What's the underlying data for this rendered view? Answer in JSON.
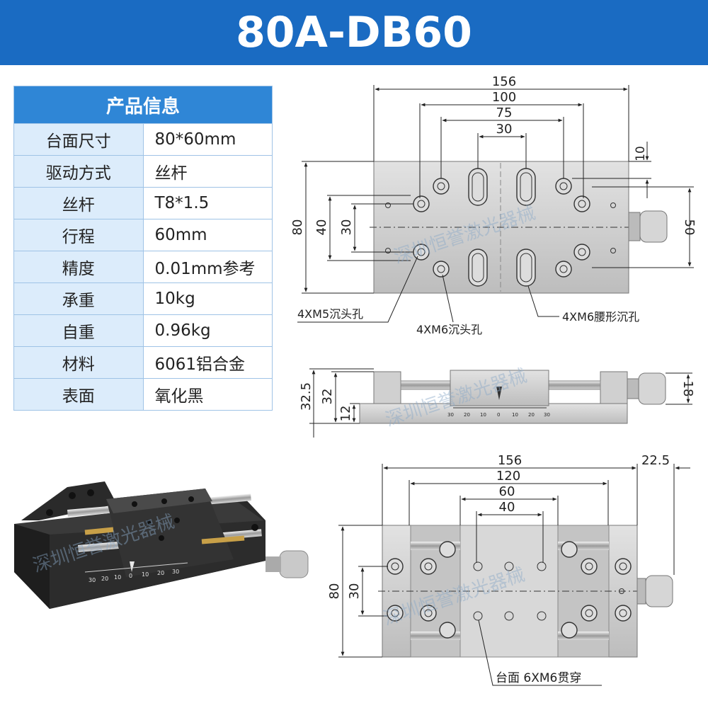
{
  "header": {
    "title": "80A-DB60"
  },
  "spec_table": {
    "title": "产品信息",
    "rows": [
      {
        "label": "台面尺寸",
        "value": "80*60mm"
      },
      {
        "label": "驱动方式",
        "value": "丝杆"
      },
      {
        "label": "丝杆",
        "value": "T8*1.5"
      },
      {
        "label": "行程",
        "value": "60mm"
      },
      {
        "label": "精度",
        "value": "0.01mm参考"
      },
      {
        "label": "承重",
        "value": "10kg"
      },
      {
        "label": "自重",
        "value": "0.96kg"
      },
      {
        "label": "材料",
        "value": "6061铝合金"
      },
      {
        "label": "表面",
        "value": "氧化黑"
      }
    ]
  },
  "watermark": "深圳恒誉激光器械",
  "top_view": {
    "dims": {
      "w156": "156",
      "w100": "100",
      "w75": "75",
      "w30": "30",
      "v10": "10",
      "h80": "80",
      "h40": "40",
      "h30": "30",
      "h50": "50"
    },
    "callouts": {
      "m5": "4XM5沉头孔",
      "m6": "4XM6沉头孔",
      "slot": "4XM6腰形沉孔"
    }
  },
  "side_view": {
    "dims": {
      "h32_5": "32.5",
      "h32": "32",
      "h12": "12",
      "h18": "18"
    },
    "scale_ticks": [
      "30",
      "20",
      "10",
      "0",
      "10",
      "20",
      "30"
    ]
  },
  "bottom_view": {
    "dims": {
      "w156": "156",
      "w22_5": "22.5",
      "w120": "120",
      "w60": "60",
      "w40": "40",
      "h80": "80",
      "h30": "30"
    },
    "callout": "台面 6XM6贯穿"
  },
  "photo": {
    "scale_ticks": [
      "30",
      "20",
      "10",
      "0",
      "10",
      "20",
      "30"
    ]
  },
  "colors": {
    "banner": "#1a6bc2",
    "table_header": "#2f86d6",
    "label_cell": "#dcecfb",
    "plate": "#d4d4d4",
    "line": "#222222"
  }
}
